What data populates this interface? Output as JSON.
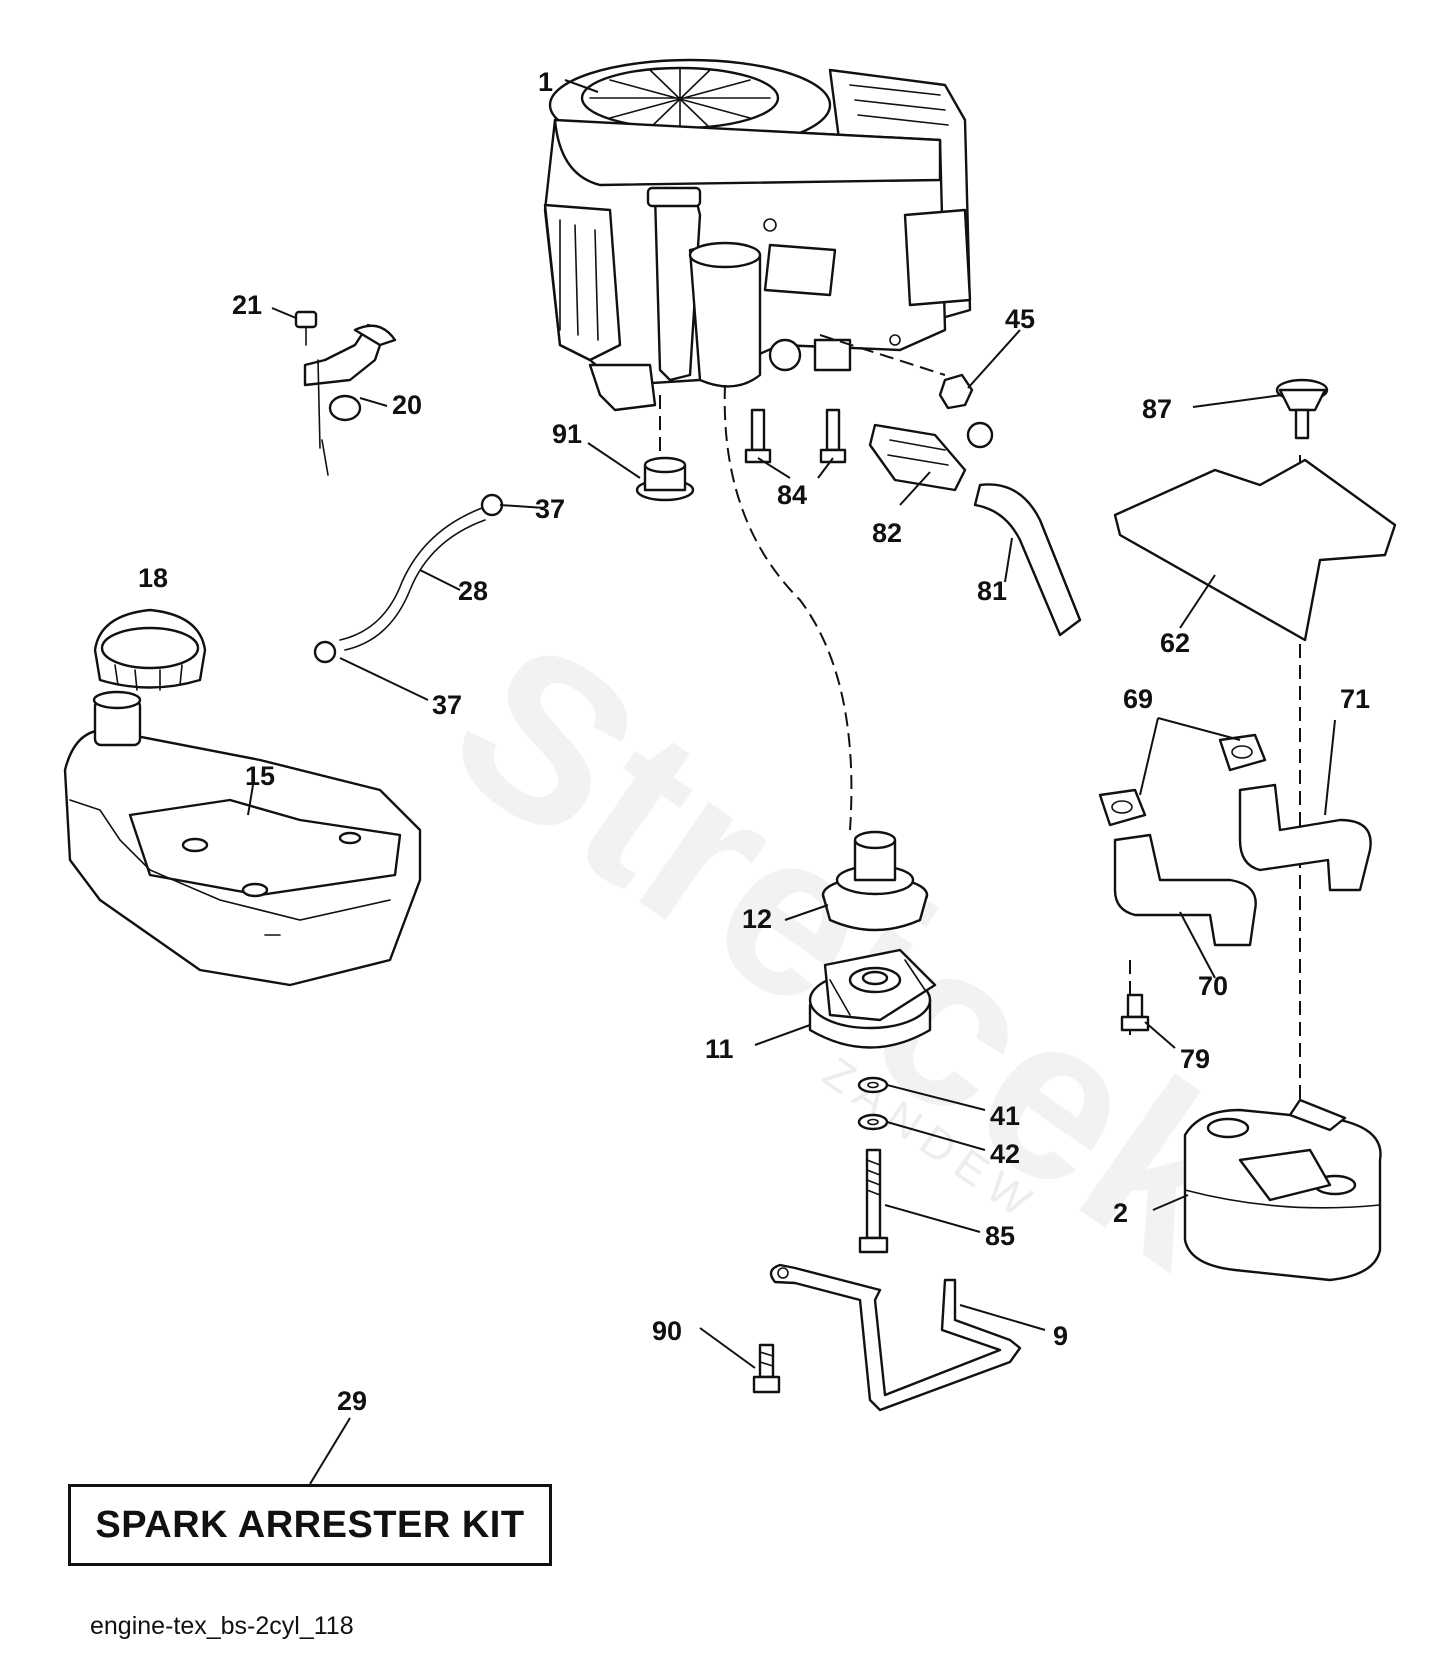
{
  "watermark": {
    "text": "Streicek",
    "subtext": "ZANDEW"
  },
  "parts": {
    "p1": "1",
    "p2": "2",
    "p9": "9",
    "p11": "11",
    "p12": "12",
    "p15": "15",
    "p18": "18",
    "p20": "20",
    "p21": "21",
    "p28": "28",
    "p29": "29",
    "p37a": "37",
    "p37b": "37",
    "p41": "41",
    "p42": "42",
    "p45": "45",
    "p62": "62",
    "p69": "69",
    "p70": "70",
    "p71": "71",
    "p79": "79",
    "p81": "81",
    "p82": "82",
    "p84": "84",
    "p85": "85",
    "p87": "87",
    "p90": "90",
    "p91": "91"
  },
  "kit": {
    "label": "SPARK ARRESTER KIT"
  },
  "footer": {
    "code": "engine-tex_bs-2cyl_118"
  }
}
